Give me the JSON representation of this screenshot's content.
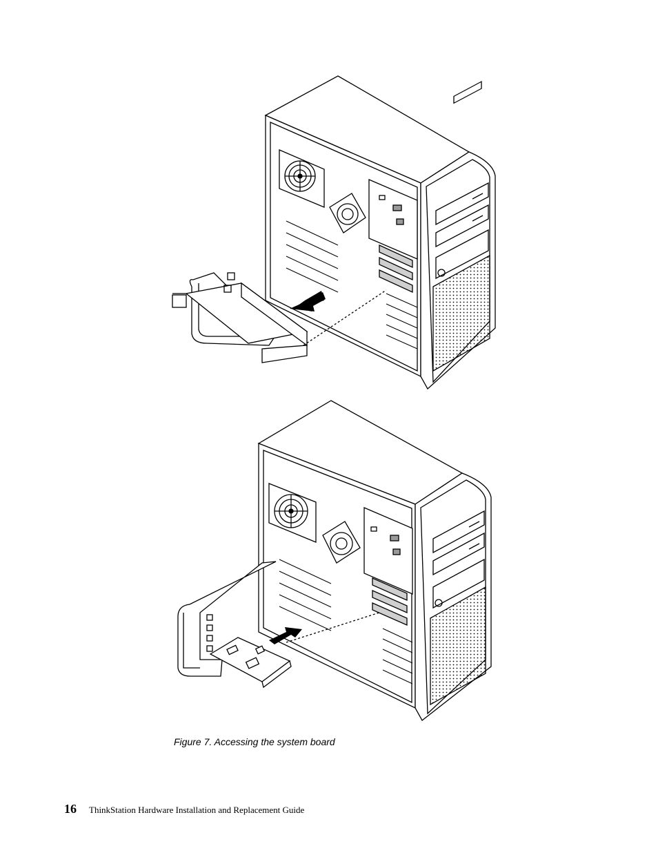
{
  "figure": {
    "caption": "Figure 7. Accessing the system board",
    "illustrations": [
      {
        "id": "step-remove-card",
        "depicts": "computer-tower-open-side"
      },
      {
        "id": "step-card-removed",
        "depicts": "computer-tower-open-side"
      }
    ]
  },
  "footer": {
    "page_number": "16",
    "guide_title": "ThinkStation Hardware Installation and Replacement Guide"
  },
  "icons": {
    "arrow": "removal-direction-arrow",
    "fan": "fan-icon"
  },
  "colors": {
    "ink": "#000000",
    "panel_gray": "#9a9a9a",
    "light_gray": "#cfcfcf",
    "paper": "#ffffff"
  }
}
